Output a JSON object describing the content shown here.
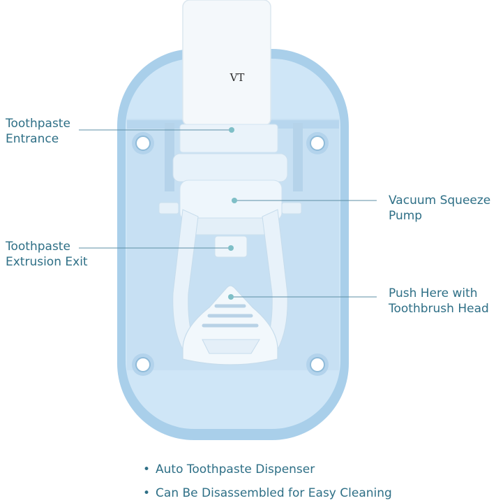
{
  "diagram": {
    "product_brand_text": "VT",
    "callouts": [
      {
        "id": "entrance",
        "lines": [
          "Toothpaste",
          "Entrance"
        ]
      },
      {
        "id": "pump",
        "lines": [
          "Vacuum Squeeze",
          "Pump"
        ]
      },
      {
        "id": "exit",
        "lines": [
          "Toothpaste",
          "Extrusion Exit"
        ]
      },
      {
        "id": "push",
        "lines": [
          "Push Here with",
          "Toothbrush Head"
        ]
      }
    ],
    "features": [
      "Auto Toothpaste Dispenser",
      "Can Be Disassembled for Easy Cleaning"
    ],
    "colors": {
      "label_text": "#2e6f86",
      "leader_line": "#5c8fa6",
      "body_outer": "#a9cfea",
      "body_inner": "#cfe6f7",
      "marker_dot": "#7fbfc7"
    }
  }
}
